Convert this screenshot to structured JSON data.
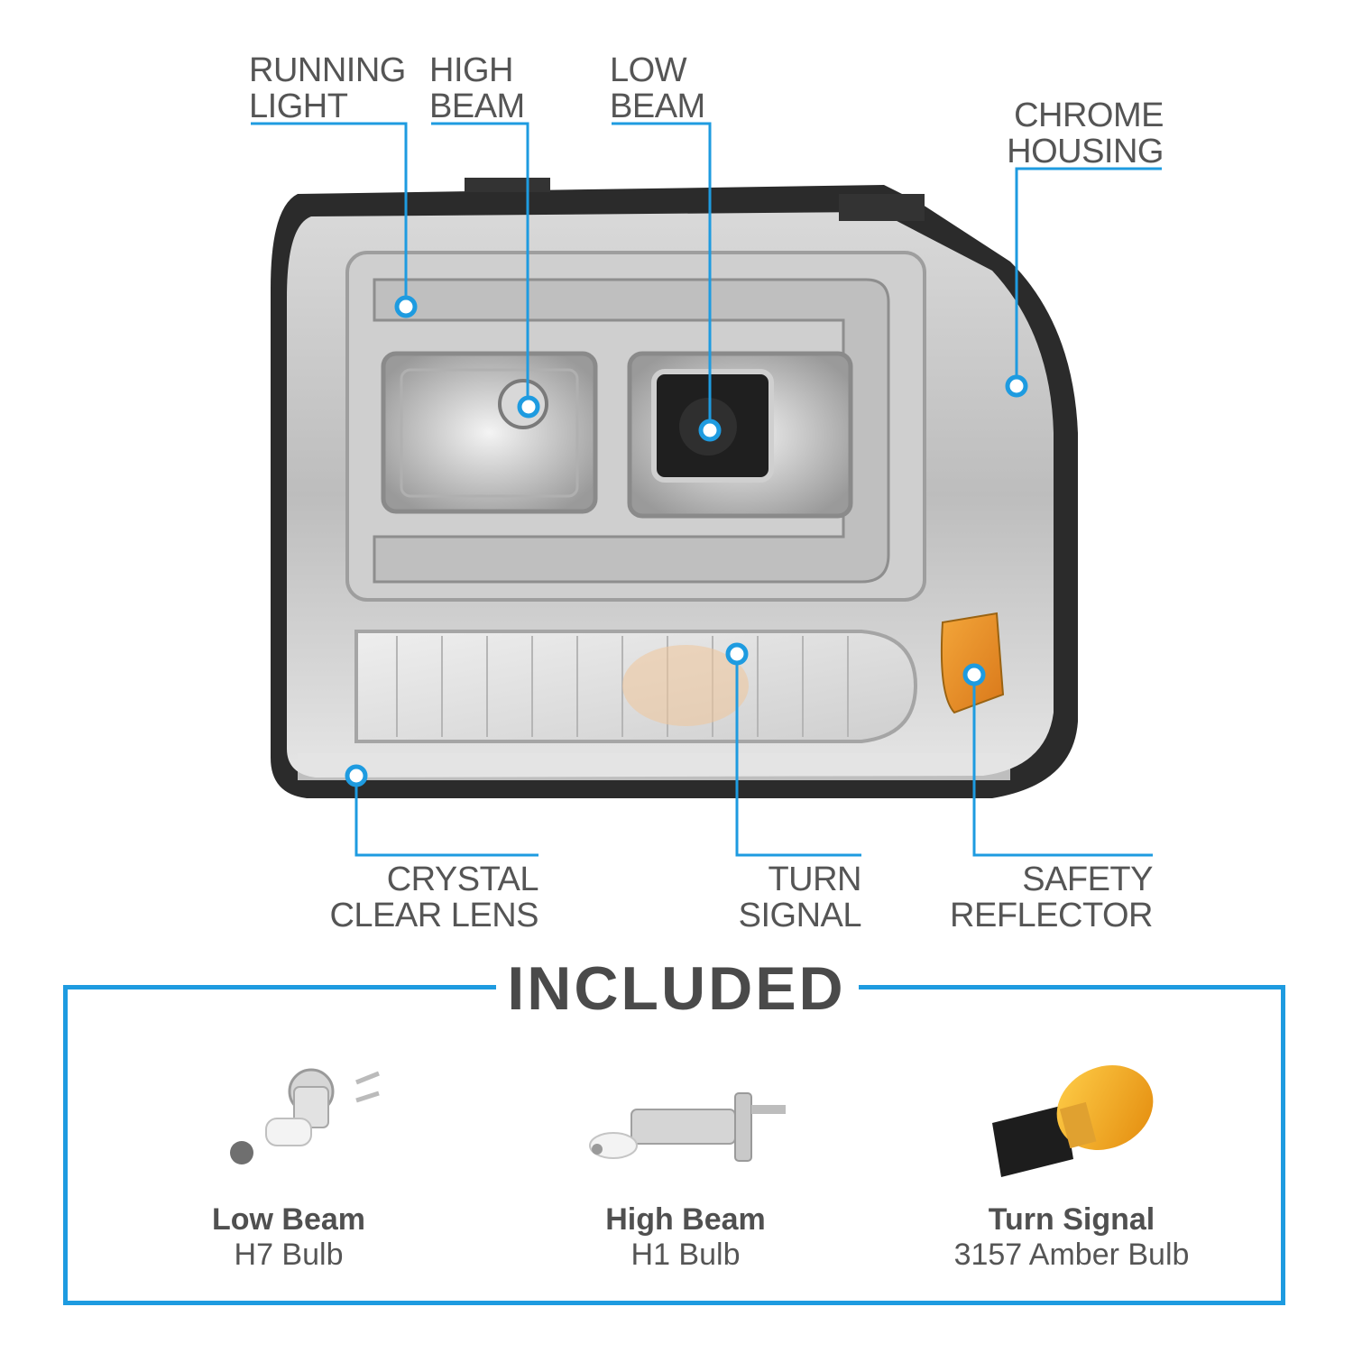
{
  "accent_color": "#1e9be0",
  "callouts": {
    "running_light": [
      "RUNNING",
      "LIGHT"
    ],
    "high_beam": [
      "HIGH",
      "BEAM"
    ],
    "low_beam": [
      "LOW",
      "BEAM"
    ],
    "chrome_housing": [
      "CHROME",
      "HOUSING"
    ],
    "crystal_clear_lens": [
      "CRYSTAL",
      "CLEAR LENS"
    ],
    "turn_signal": [
      "TURN",
      "SIGNAL"
    ],
    "safety_reflector": [
      "SAFETY",
      "REFLECTOR"
    ]
  },
  "included": {
    "title": "INCLUDED",
    "items": [
      {
        "name": "Low Beam",
        "bulb": "H7 Bulb",
        "icon": "h7-bulb-icon"
      },
      {
        "name": "High Beam",
        "bulb": "H1 Bulb",
        "icon": "h1-bulb-icon"
      },
      {
        "name": "Turn Signal",
        "bulb": "3157 Amber Bulb",
        "icon": "3157-amber-bulb-icon"
      }
    ]
  }
}
